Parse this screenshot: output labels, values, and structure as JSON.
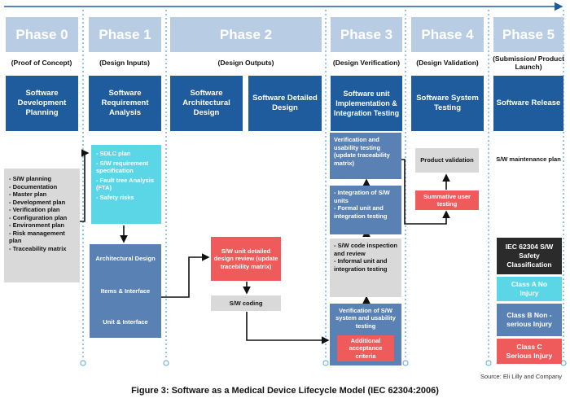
{
  "phases": [
    {
      "name": "Phase 0",
      "sub": "(Proof of Concept)",
      "box": "Software Development Planning"
    },
    {
      "name": "Phase 1",
      "sub": "(Design Inputs)",
      "box": "Software Requirement Analysis"
    },
    {
      "name": "Phase 2",
      "sub": "(Design Outputs)",
      "boxes": [
        "Software Architectural Design",
        "Software Detailed Design"
      ]
    },
    {
      "name": "Phase 3",
      "sub": "(Design Verification)",
      "box": "Software unit Implementation & Integration Testing"
    },
    {
      "name": "Phase 4",
      "sub": "(Design Validation)",
      "box": "Software System Testing"
    },
    {
      "name": "Phase 5",
      "sub": "(Submission/ Product Launch)",
      "box": "Software Release"
    }
  ],
  "phase0": {
    "items": [
      "- S/W planning",
      "- Documentation",
      "- Master plan",
      "- Development plan",
      "- Verification plan",
      "- Configuration plan",
      "- Environment plan",
      "- Risk management plan",
      "- Traceability matrix"
    ]
  },
  "phase1": {
    "cyan_items": [
      "- SDLC plan",
      "- S/W requirement specification",
      "- Fault tree Analysis (FTA)",
      "- Safety risks"
    ],
    "steel": [
      "Architectural Design",
      "Items & Interface",
      "Unit & Interface"
    ]
  },
  "phase2": {
    "red": "S/W unit detailed design review (update tracebility matrix)",
    "coding": "S/W coding"
  },
  "phase3": {
    "box1": "Verification and usability testing (update traceability matrix)",
    "box2": [
      "- Integration of S/W units",
      "- Formal unit and integration testing"
    ],
    "box3": [
      "- S/W code inspection and review",
      "- Informal unit and integration testing"
    ],
    "box4": "Verification of S/W system and usability testing",
    "red": "Additional acceptance criteria"
  },
  "phase4": {
    "gray": "Product validation",
    "red": "Summative user testing"
  },
  "phase5": {
    "maintenance": "S/W maintenance plan",
    "iec": "IEC 62304 S/W Safety Classification",
    "classes": [
      {
        "label": "Class A No Injury",
        "color": "#5bd6e6"
      },
      {
        "label": "Class B Non - serious Injury",
        "color": "#5a81b3"
      },
      {
        "label": "Class C Serious Injury",
        "color": "#ef5a5a"
      }
    ]
  },
  "source": "Source: Eli Lilly and Company",
  "caption": "Figure 3: Software as a Medical Device Lifecycle Model (IEC 62304:2006)",
  "colors": {
    "phase": "#b8cde3",
    "blue": "#1f5c9e",
    "steel": "#5a81b3",
    "cyan": "#5bd6e6",
    "red": "#ef5a5a",
    "gray": "#d9d9d9",
    "dark": "#2b2b2b"
  }
}
